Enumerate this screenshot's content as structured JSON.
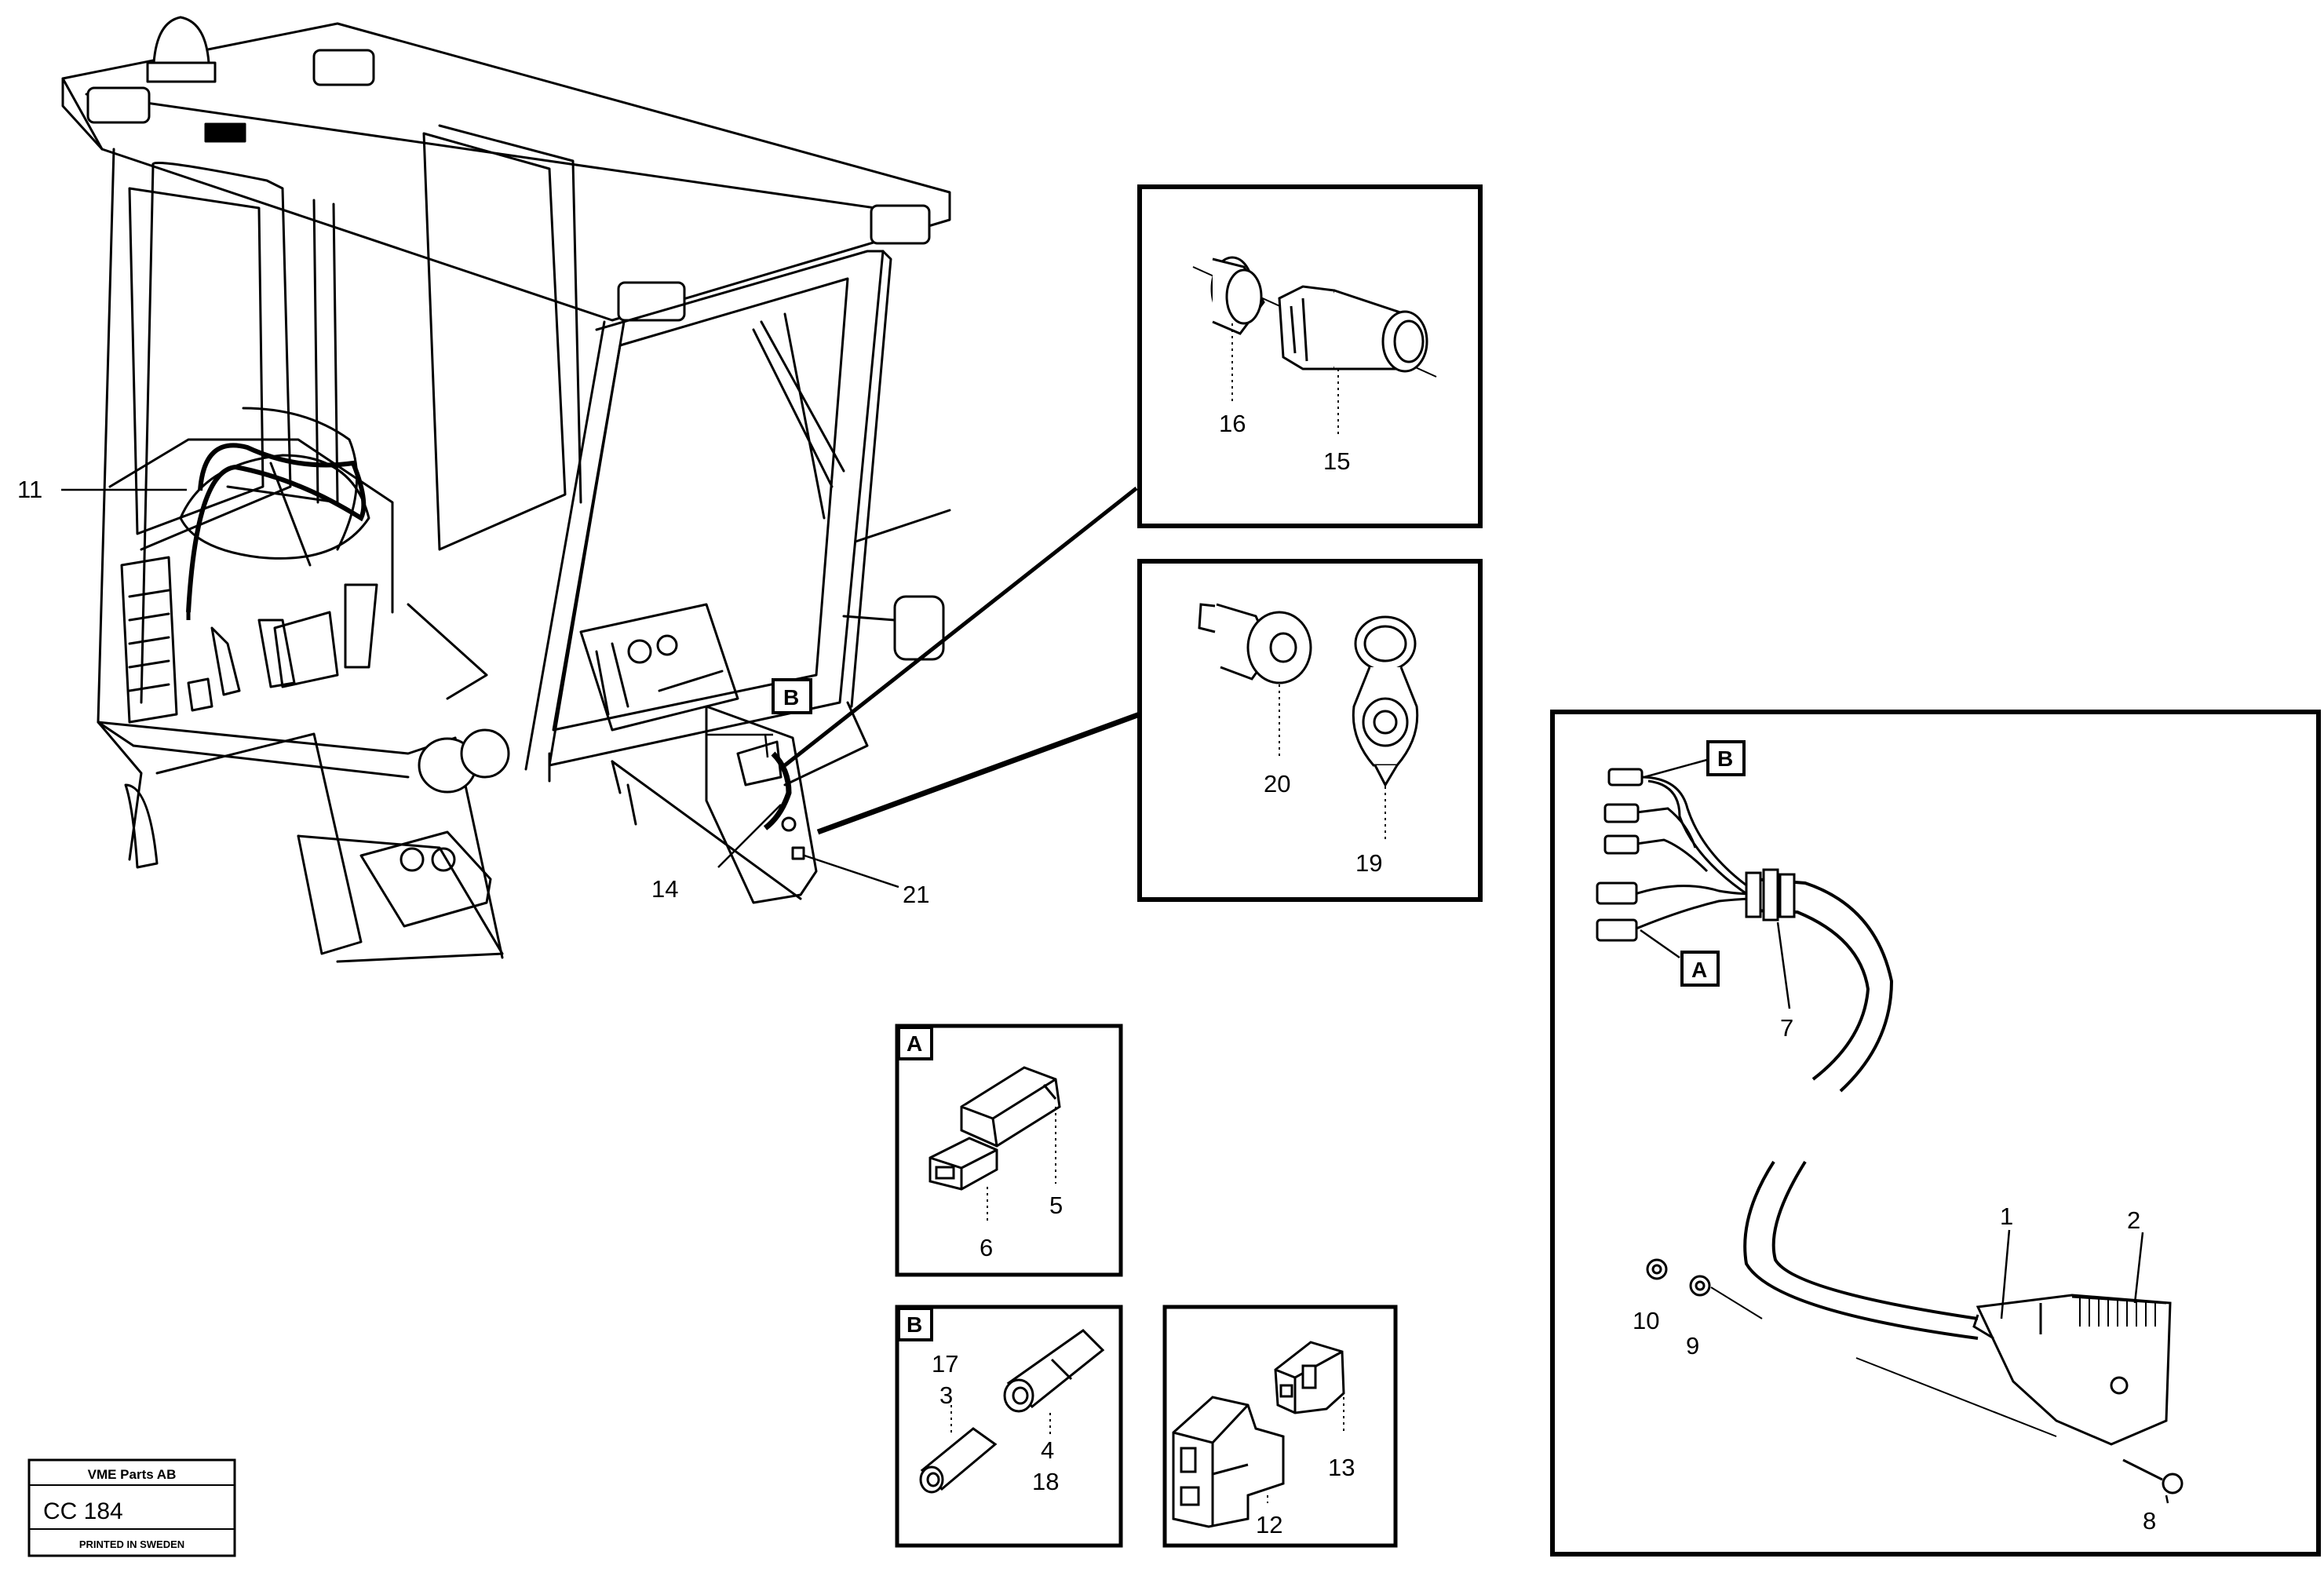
{
  "callouts": {
    "c1": "1",
    "c2": "2",
    "c3": "3",
    "c4": "4",
    "c5": "5",
    "c6": "6",
    "c7": "7",
    "c8": "8",
    "c9": "9",
    "c10": "10",
    "c11": "11",
    "c12": "12",
    "c13": "13",
    "c14": "14",
    "c15": "15",
    "c16": "16",
    "c17": "17",
    "c18": "18",
    "c19": "19",
    "c20": "20",
    "c21": "21"
  },
  "detail_letters": {
    "a": "A",
    "b": "B"
  },
  "title_block": {
    "company": "VME Parts AB",
    "code": "CC 184",
    "printed": "PRINTED IN SWEDEN"
  }
}
